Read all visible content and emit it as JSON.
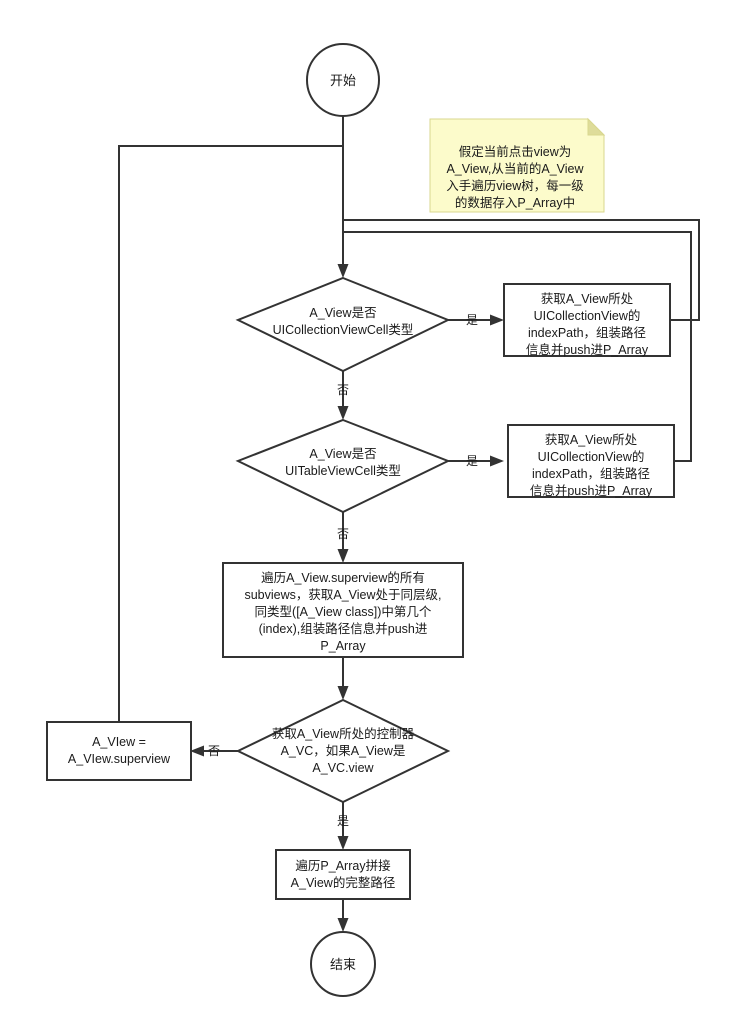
{
  "diagram": {
    "title": "A_View path traversal flowchart",
    "colors": {
      "stroke": "#333333",
      "shape_fill": "#ffffff",
      "note_fill": "#fcfbcb",
      "note_fold": "#dedc9a",
      "text": "#1a1a1a"
    },
    "nodes": {
      "start": {
        "label": "开始",
        "shape": "circle"
      },
      "end": {
        "label": "结束",
        "shape": "circle"
      },
      "note": {
        "lines": [
          "假定当前点击view为",
          "A_View,从当前的A_View",
          "入手遍历view树，每一级",
          "的数据存入P_Array中"
        ]
      },
      "decision_collection": {
        "lines": [
          "A_View是否",
          "UICollectionViewCell类型"
        ],
        "shape": "diamond"
      },
      "decision_table": {
        "lines": [
          "A_View是否",
          "UITableViewCell类型"
        ],
        "shape": "diamond"
      },
      "process_collection": {
        "lines": [
          "获取A_View所处",
          "UICollectionView的",
          "indexPath，组装路径",
          "信息并push进P_Array"
        ],
        "shape": "rect"
      },
      "process_table": {
        "lines": [
          "获取A_View所处",
          "UICollectionView的",
          "indexPath，组装路径",
          "信息并push进P_Array"
        ],
        "shape": "rect"
      },
      "process_subviews": {
        "lines": [
          "遍历A_View.superview的所有",
          "subviews，获取A_View处于同层级,",
          "同类型([A_View class])中第几个",
          "(index),组装路径信息并push进",
          "P_Array"
        ],
        "shape": "rect"
      },
      "decision_vc": {
        "lines": [
          "获取A_View所处的控制器",
          "A_VC，如果A_View是",
          "A_VC.view"
        ],
        "shape": "diamond"
      },
      "process_superview": {
        "lines": [
          "A_VIew =",
          "A_VIew.superview"
        ],
        "shape": "rect"
      },
      "process_concat": {
        "lines": [
          "遍历P_Array拼接",
          "A_View的完整路径"
        ],
        "shape": "rect"
      }
    },
    "edge_labels": {
      "yes_collection": "是",
      "no_collection": "否",
      "yes_table": "是",
      "no_table": "否",
      "no_vc": "否",
      "yes_vc": "是"
    }
  }
}
